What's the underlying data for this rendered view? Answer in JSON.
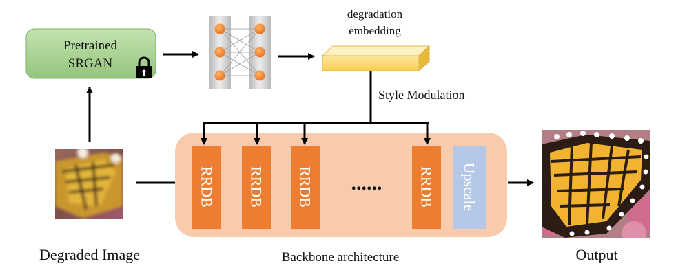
{
  "pretrained_box": {
    "line1": "Pretrained",
    "line2": "SRGAN",
    "lock_icon": "lock-icon"
  },
  "embedding": {
    "line1": "degradation",
    "line2": "embedding"
  },
  "style_modulation": "Style Modulation",
  "blocks": {
    "rrdb": "RRDB",
    "ellipsis": "......",
    "upscale": "Upscale"
  },
  "captions": {
    "input": "Degraded Image",
    "backbone": "Backbone architecture",
    "output": "Output"
  },
  "colors": {
    "srgan_fill": "#a9d18e",
    "embedding_fill": "#ffd966",
    "backbone_fill": "#f8cbad",
    "rrdb_fill": "#ed7d31",
    "upscale_fill": "#b4c7e7",
    "node_fill": "#f08a2c"
  }
}
